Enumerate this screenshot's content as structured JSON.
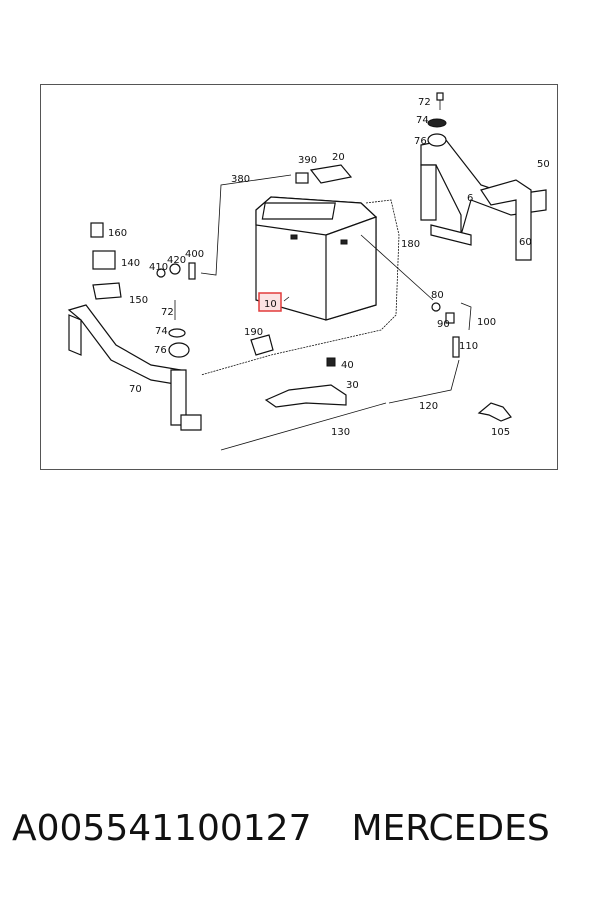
{
  "diagram": {
    "callouts": [
      "72",
      "74",
      "76",
      "50",
      "6",
      "60",
      "390",
      "20",
      "380",
      "180",
      "160",
      "140",
      "410",
      "420",
      "400",
      "150",
      "72",
      "74",
      "76",
      "10",
      "190",
      "80",
      "90",
      "100",
      "110",
      "70",
      "40",
      "30",
      "120",
      "130",
      "105"
    ],
    "highlighted_callout": "10"
  },
  "footer": {
    "part_number": "A005541100127",
    "brand": "MERCEDES"
  },
  "colors": {
    "highlight": "#e23b3b",
    "ink": "#111111"
  }
}
